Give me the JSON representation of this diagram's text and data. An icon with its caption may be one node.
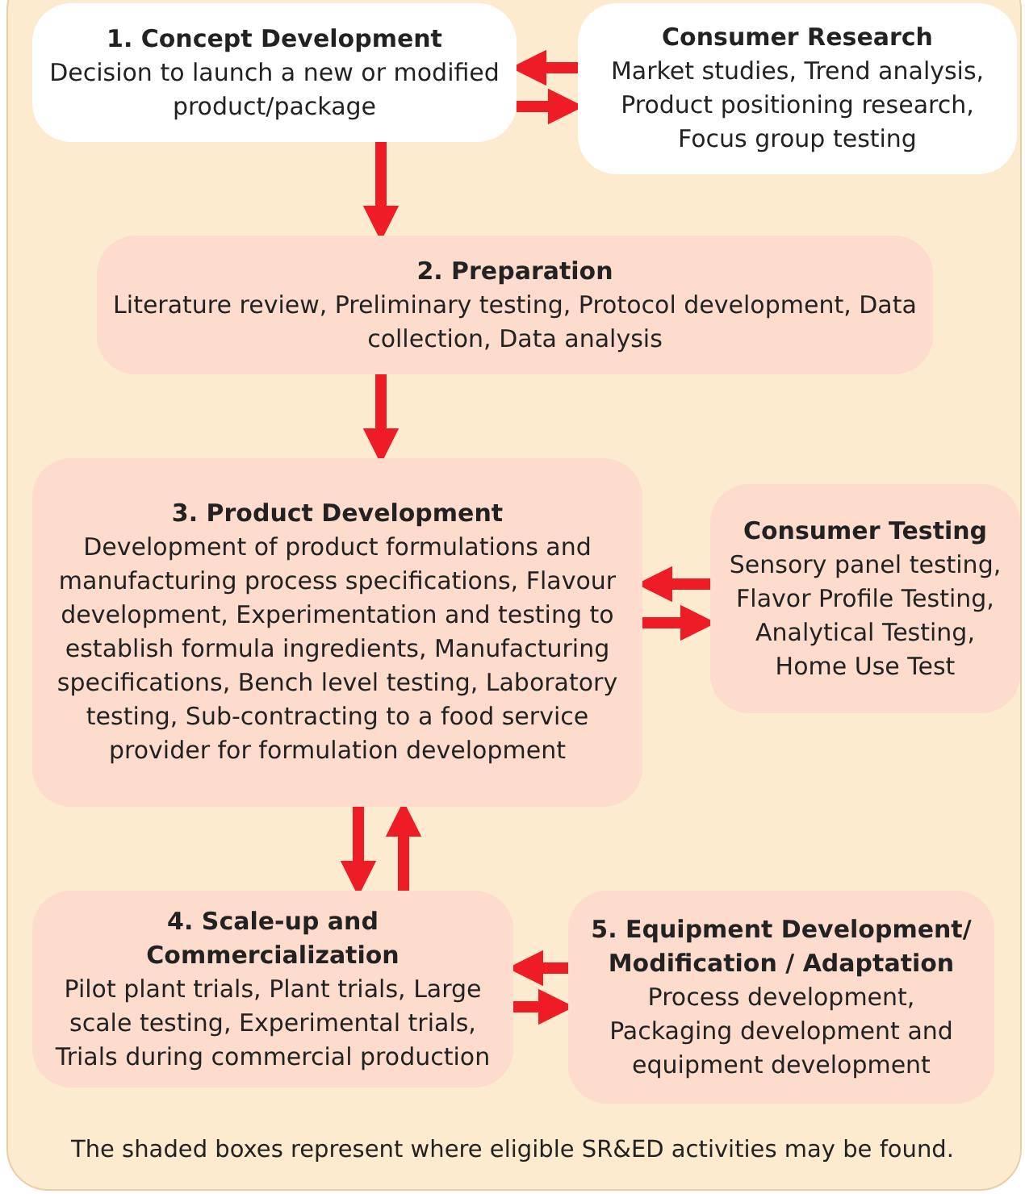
{
  "diagram": {
    "nodes": [
      {
        "text": [
          "1. Concept Development",
          "Decision to launch a new or modified product/package"
        ]
      },
      {
        "text": [
          "Consumer Research",
          "Market studies, Trend analysis, Product positioning research, Focus group testing"
        ]
      },
      {
        "text": [
          "2. Preparation",
          "Literature review, Preliminary testing, Protocol development, Data collection, Data analysis"
        ]
      },
      {
        "text": [
          "3. Product Development",
          "Development of product formulations and manufacturing process specifications, Flavour development, Experimentation and testing to establish formula ingredients, Manufacturing specifications, Bench level testing, Laboratory testing, Sub-contracting to a food service provider for formulation development"
        ]
      },
      {
        "text": [
          "Consumer Testing",
          "Sensory panel testing, Flavor Profile Testing, Analytical Testing, Home Use Test"
        ]
      },
      {
        "text": [
          "4. Scale-up and Commercialization",
          "Pilot plant trials, Plant trials, Large scale testing, Experimental trials, Trials during commercial production"
        ]
      },
      {
        "text": [
          "5. Equipment Development/ Modification / Adaptation",
          "Process development, Packaging development and equipment development"
        ]
      }
    ],
    "edges": [
      {
        "from": 0,
        "to": 2,
        "arrow": "to"
      },
      {
        "from": 1,
        "to": 0,
        "arrow": "to"
      },
      {
        "from": 0,
        "to": 1,
        "arrow": "to"
      },
      {
        "from": 2,
        "to": 3,
        "arrow": "to"
      },
      {
        "from": 4,
        "to": 3,
        "arrow": "to"
      },
      {
        "from": 3,
        "to": 4,
        "arrow": "to"
      },
      {
        "from": 3,
        "to": 5,
        "arrow": "to"
      },
      {
        "from": 5,
        "to": 3,
        "arrow": "to"
      },
      {
        "from": 6,
        "to": 5,
        "arrow": "to"
      },
      {
        "from": 5,
        "to": 6,
        "arrow": "to"
      }
    ],
    "labels": [
      "The shaded boxes represent where eligible SR&ED activities may be found."
    ]
  }
}
